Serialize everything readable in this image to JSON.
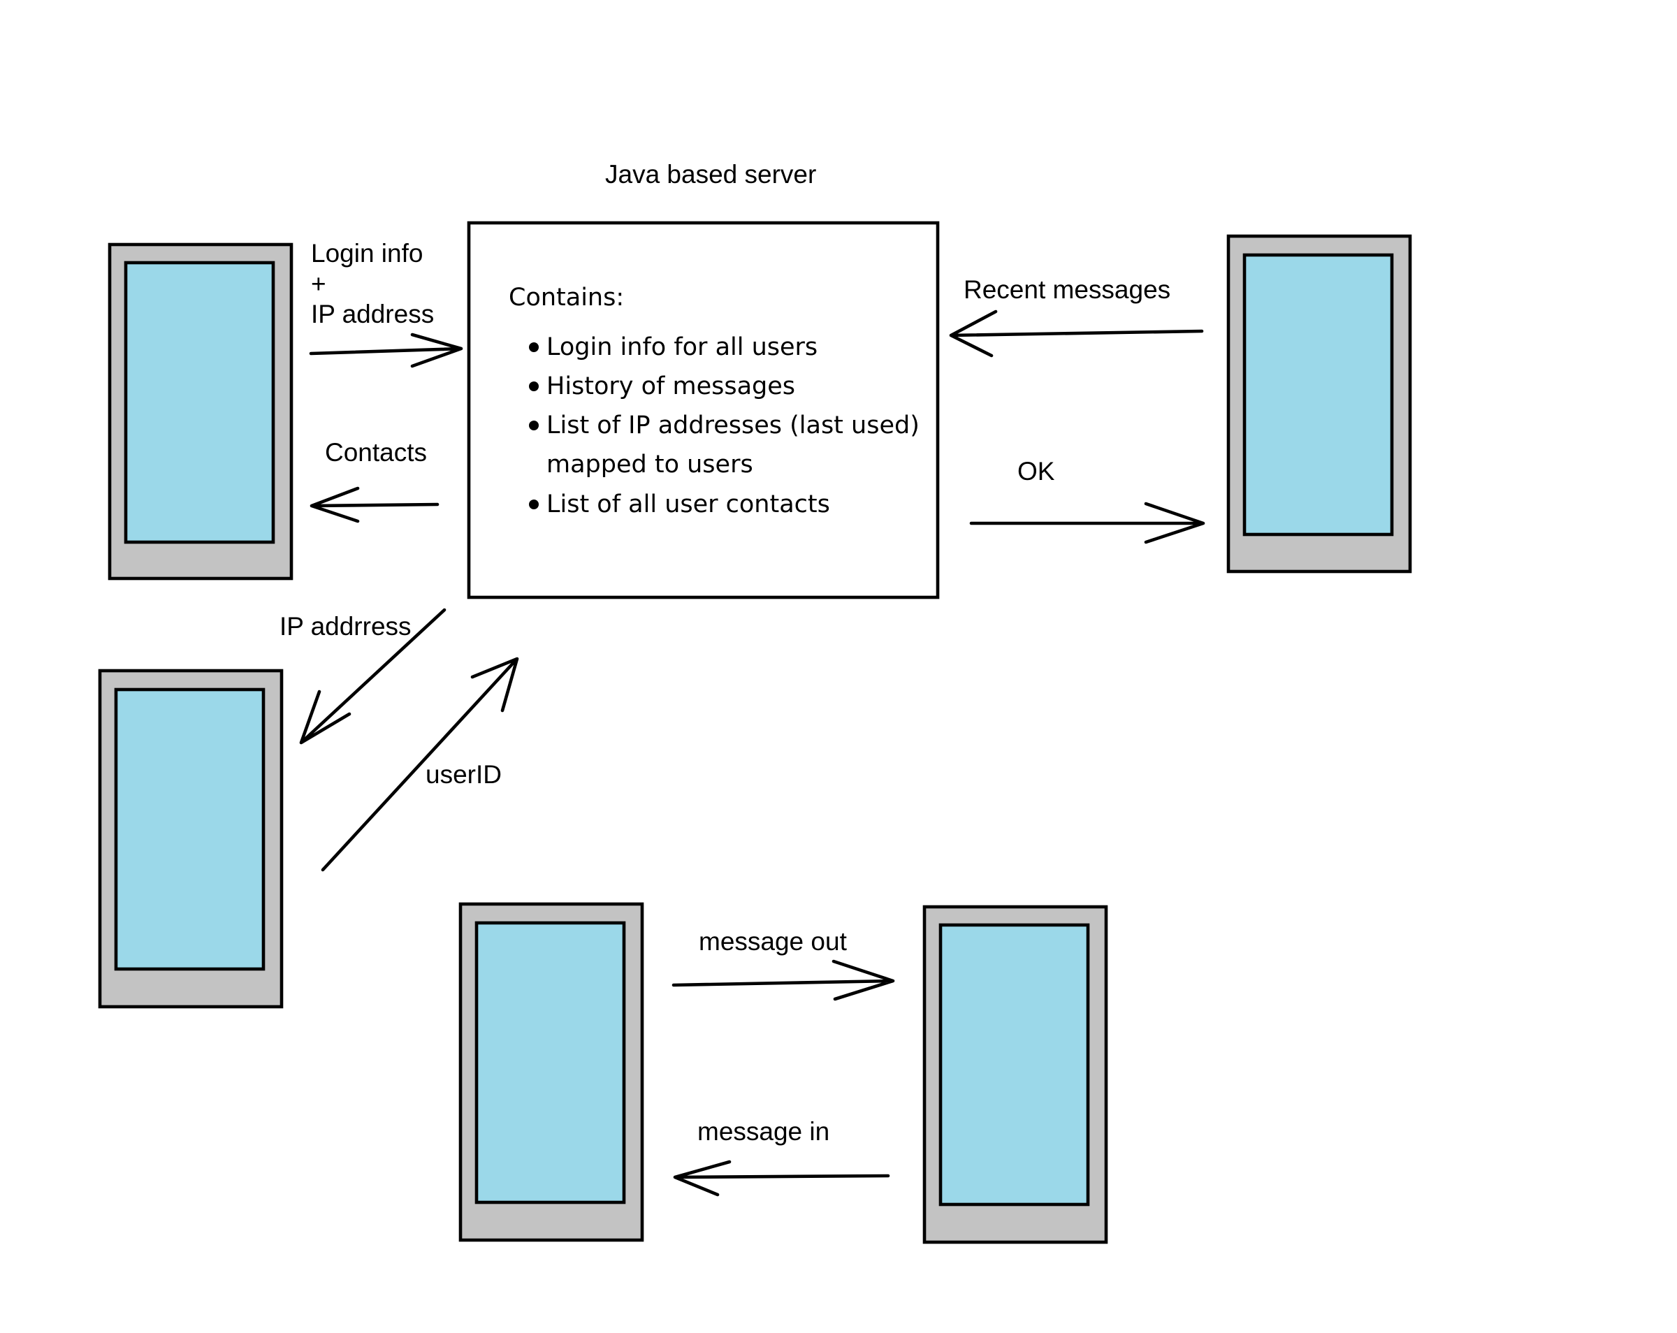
{
  "server": {
    "title": "Java based server",
    "heading": "Contains:",
    "items": [
      "Login info for all users",
      "History of messages",
      "List of IP addresses (last used)",
      "List of all user contacts"
    ],
    "item_continuation": "mapped to users"
  },
  "arrows": {
    "login_info": "Login info",
    "plus": "+",
    "ip_address": "IP address",
    "contacts": "Contacts",
    "ip_addrress": "IP addrress",
    "user_id": "userID",
    "recent_messages": "Recent messages",
    "ok": "OK",
    "message_out": "message out",
    "message_in": "message in"
  },
  "colors": {
    "phone_body": "#c3c3c3",
    "phone_screen": "#9bd8e9",
    "line": "#000000"
  }
}
